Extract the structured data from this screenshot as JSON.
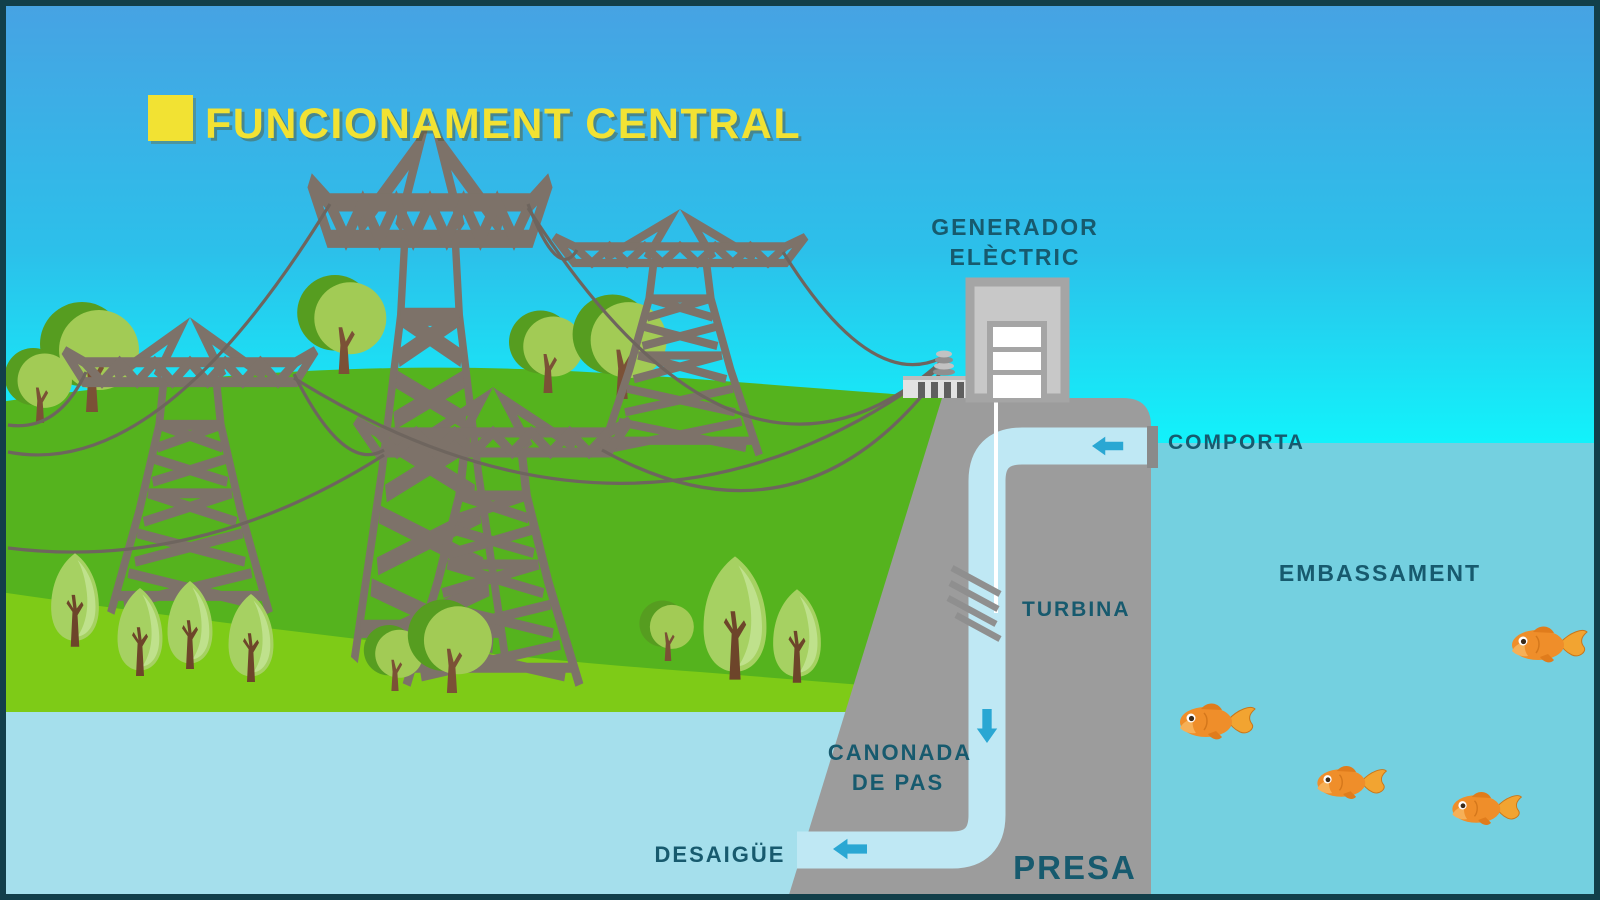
{
  "title": {
    "text": "FUNCIONAMENT CENTRAL"
  },
  "labels": {
    "generator_line1": "GENERADOR",
    "generator_line2": "ELÈCTRIC",
    "gate": "COMPORTA",
    "reservoir": "EMBASSAMENT",
    "turbine": "TURBINA",
    "penstock_line1": "CANONADA",
    "penstock_line2": "DE PAS",
    "outlet": "DESAIGÜE",
    "dam": "PRESA"
  },
  "colors": {
    "accent_yellow": "#f2e233",
    "label_teal": "#175a6e",
    "arrow_blue": "#2aa7d3",
    "dam_gray": "#9c9c9c",
    "pipe_blue": "#bfe8f4",
    "reservoir_blue": "#74d0e0",
    "tailwater_blue": "#a5dfec",
    "hill_green": "#55b31e",
    "foreground_green": "#7ecb17",
    "sky_top": "#47a2e3",
    "sky_horizon": "#12f2fb",
    "fish_orange": "#ef8e2a",
    "border_teal": "#123f4a"
  },
  "counts": {
    "fish": 4,
    "transmission_towers": 4
  }
}
